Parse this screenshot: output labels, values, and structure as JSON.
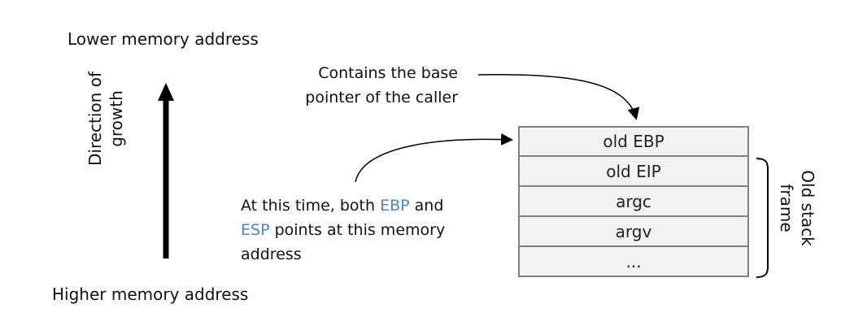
{
  "labels": {
    "lower": "Lower memory address",
    "higher": "Higher memory address",
    "growth_line1": "Direction of",
    "growth_line2": "growth"
  },
  "notes": {
    "base_line1": "Contains the base",
    "base_line2": "pointer of the caller",
    "time_part1": "At this time, both ",
    "time_ebp": "EBP",
    "time_part2": " and",
    "time_esp": "ESP",
    "time_part3": " points at this memory",
    "time_part4": "address"
  },
  "stack": {
    "cells": [
      "old EBP",
      "old EIP",
      "argc",
      "argv",
      "..."
    ],
    "frame_line1": "Old stack",
    "frame_line2": "frame"
  },
  "colors": {
    "highlight": "#4a86c8",
    "cell_fill": "#f2f2f2",
    "cell_border": "#7f7f7f"
  }
}
